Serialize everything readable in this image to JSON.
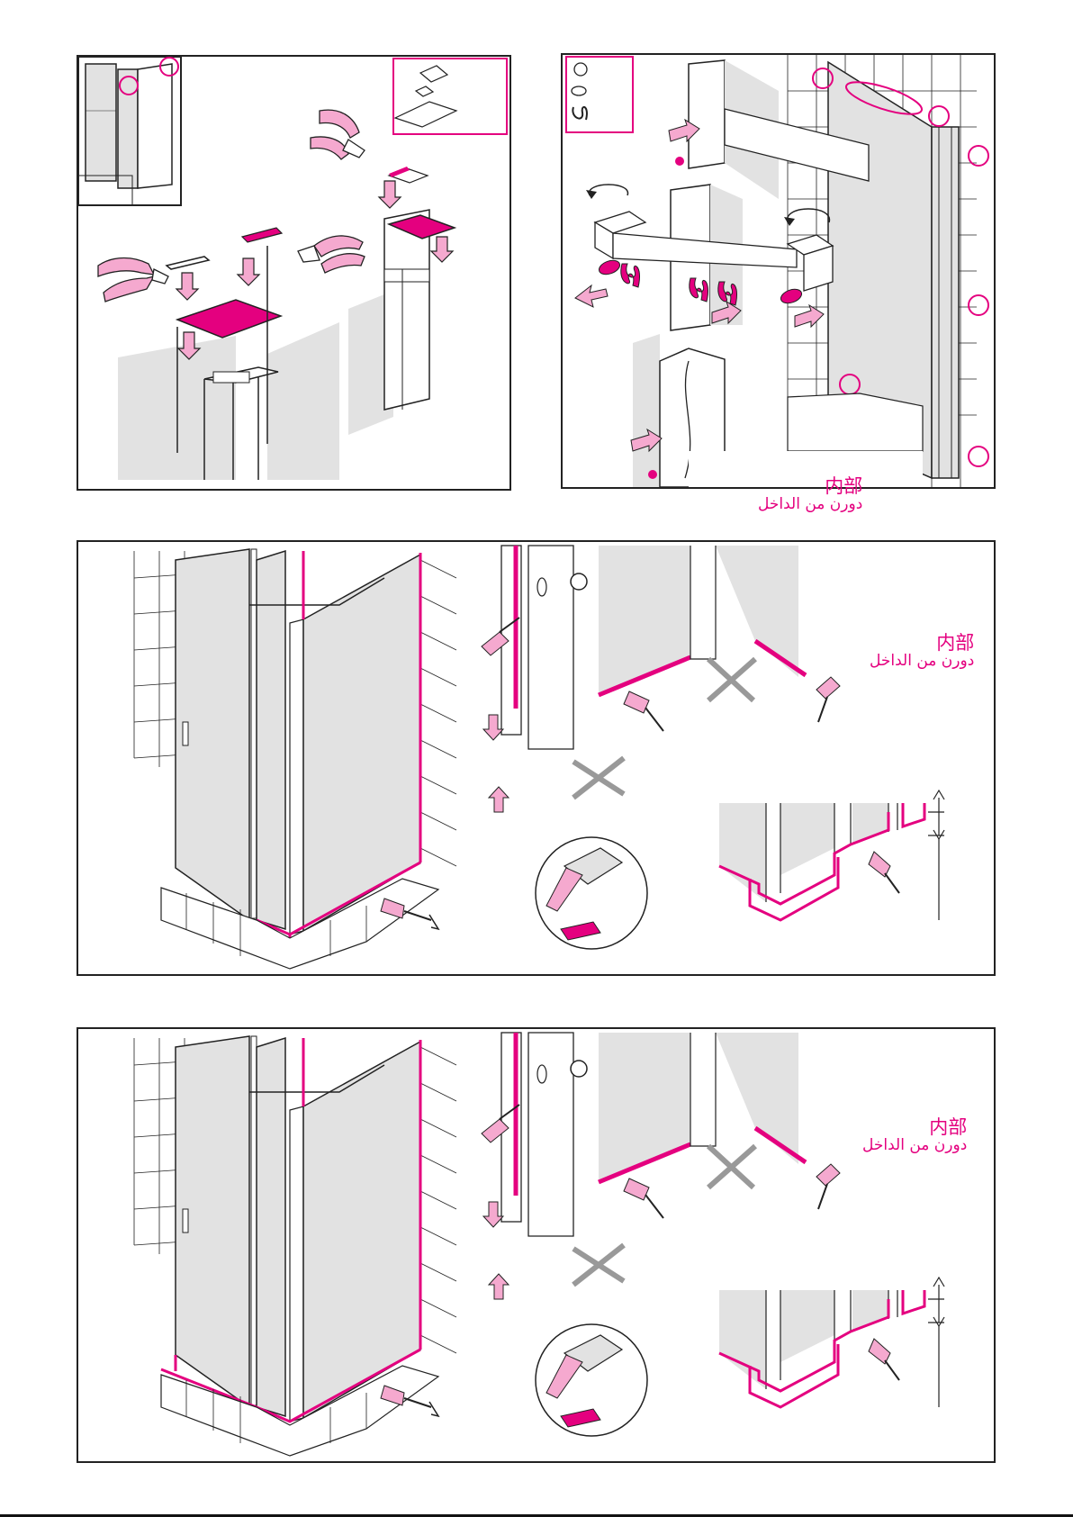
{
  "colors": {
    "accent": "#e4007f",
    "accent_light": "#f5a9cf",
    "glass": "#e2e2e2",
    "line": "#222222"
  },
  "labels": {
    "inside_cjk": "内部",
    "inside_ar": "دورن  من الداخل"
  },
  "panels": {
    "p1": {
      "name": "step-cut-profile-caps"
    },
    "p2": {
      "name": "step-attach-wall-brace"
    },
    "p3": {
      "name": "step-seal-outside-variant-a"
    },
    "p4": {
      "name": "step-seal-outside-variant-b"
    }
  },
  "icons": [
    "pliers-icon",
    "arrow-down-icon",
    "arrow-right-icon",
    "rotate-icon",
    "sealant-gun-icon",
    "cross-out-icon",
    "magnify-detail-icon",
    "clip-icon",
    "callout-circle-icon"
  ]
}
